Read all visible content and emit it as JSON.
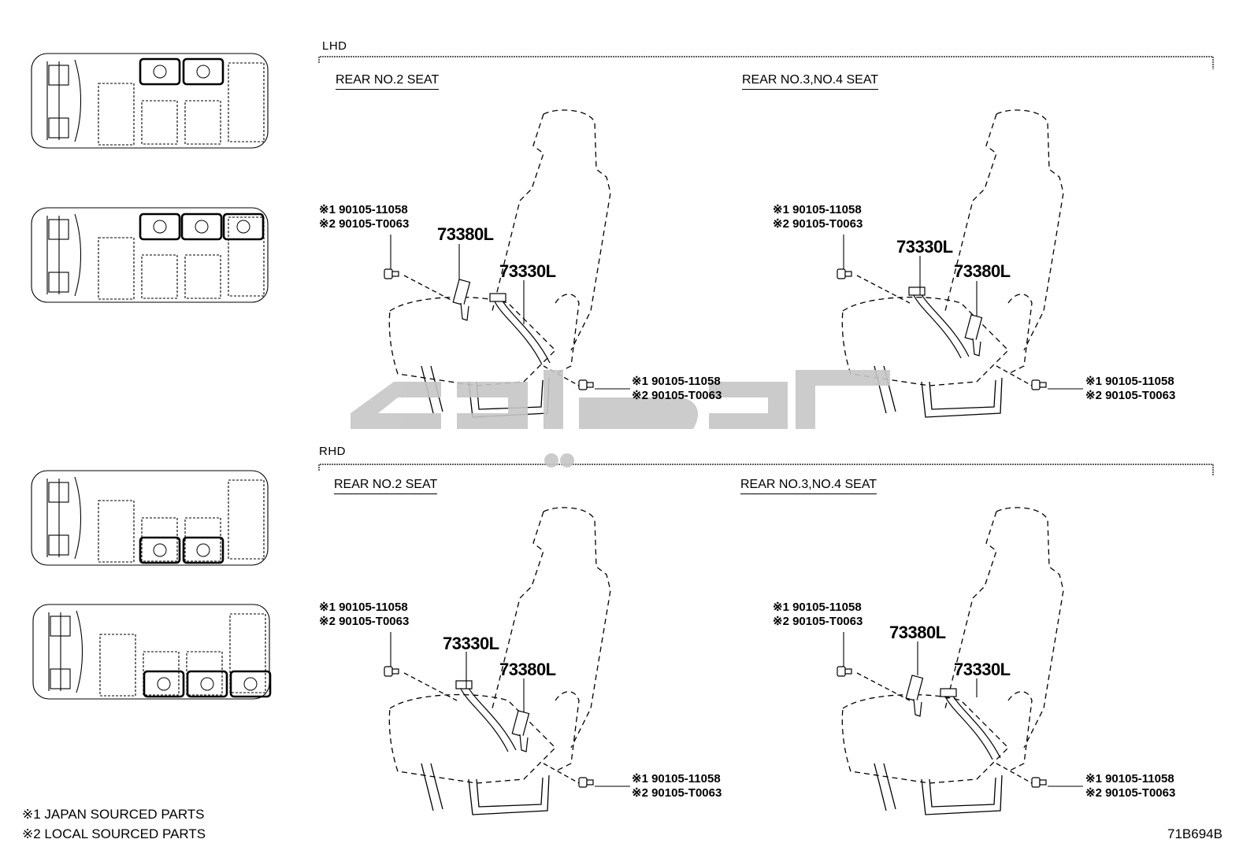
{
  "sections": {
    "lhd": "LHD",
    "rhd": "RHD"
  },
  "titles": {
    "rear2": "REAR NO.2 SEAT",
    "rear34": "REAR NO.3,NO.4 SEAT"
  },
  "parts": {
    "bolt_line1": "※1 90105-11058",
    "bolt_line2": "※2 90105-T0063",
    "belt_a": "73380L",
    "belt_b": "73330L"
  },
  "notes": {
    "n1": "※1  JAPAN SOURCED PARTS",
    "n2": "※2  LOCAL SOURCED PARTS"
  },
  "diagram_code": "71B694B",
  "watermark_icon": "watermark-logo"
}
